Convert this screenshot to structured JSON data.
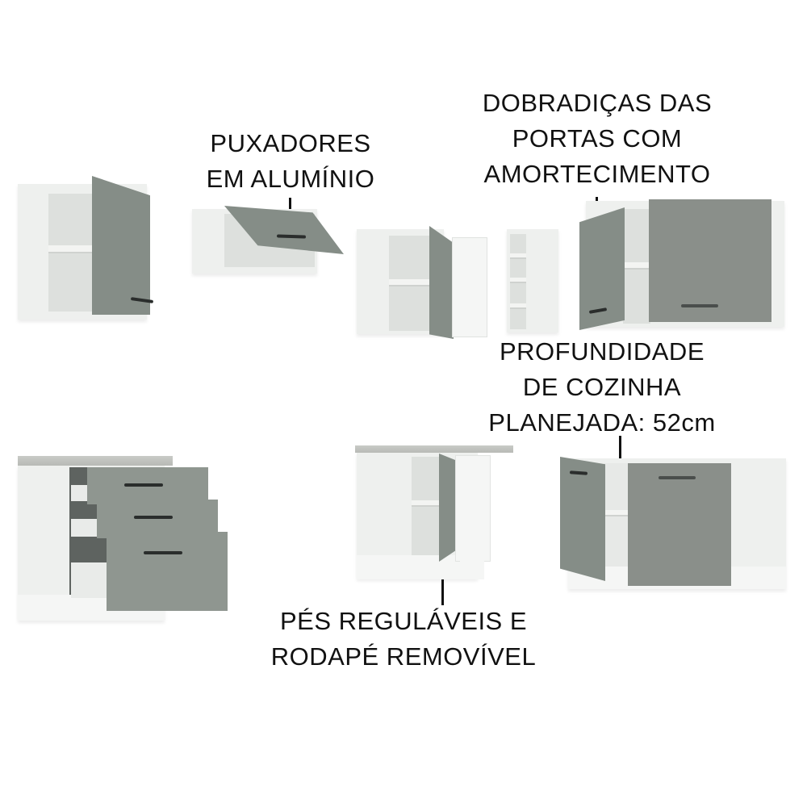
{
  "labels": {
    "puxadores": {
      "lines": [
        "PUXADORES",
        "EM ALUMÍNIO"
      ]
    },
    "dobradicas": {
      "lines": [
        "DOBRADIÇAS DAS",
        "PORTAS COM",
        "AMORTECIMENTO"
      ]
    },
    "profundidade": {
      "lines": [
        "PROFUNDIDADE",
        "DE COZINHA",
        "PLANEJADA: 52cm"
      ]
    },
    "pes": {
      "lines": [
        "PÉS REGULÁVEIS E",
        "RODAPÉ REMOVÍVEL"
      ]
    }
  },
  "colors": {
    "door_gray": "#858d87",
    "cabinet_white": "#eef0ee",
    "countertop": "#c2c4c0",
    "handle": "#2a2d2c",
    "text": "#111111"
  },
  "products": [
    {
      "name": "upper-cabinet-1-door"
    },
    {
      "name": "upper-cabinet-flip-door"
    },
    {
      "name": "upper-corner-cabinet"
    },
    {
      "name": "upper-open-shelf"
    },
    {
      "name": "upper-cabinet-2-doors"
    },
    {
      "name": "base-cabinet-3-drawers"
    },
    {
      "name": "base-corner-cabinet"
    },
    {
      "name": "base-cabinet-2-doors"
    }
  ]
}
